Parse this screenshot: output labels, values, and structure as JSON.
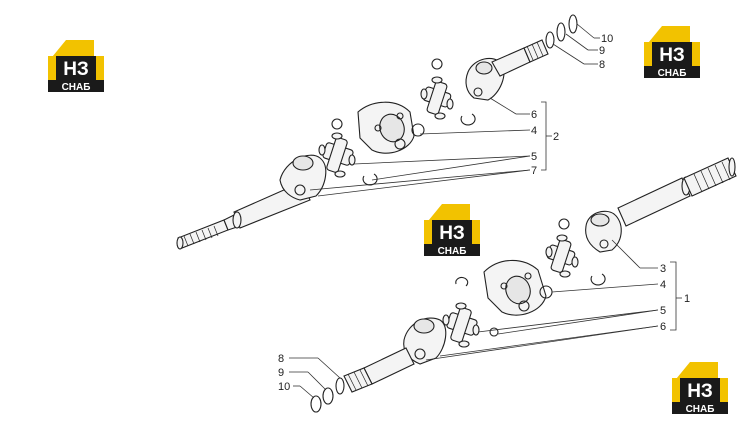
{
  "logo": {
    "letters": "НЗ",
    "sub": "СНАБ",
    "colors": {
      "yellow": "#f2c200",
      "black": "#1a1a1a",
      "white": "#ffffff"
    }
  },
  "callouts_upper": {
    "c10": "10",
    "c9": "9",
    "c8": "8",
    "c6": "6",
    "c4": "4",
    "c2": "2",
    "c5": "5",
    "c7": "7"
  },
  "callouts_lower": {
    "c3": "3",
    "c4": "4",
    "c1": "1",
    "c5": "5",
    "c6": "6",
    "c8": "8",
    "c9": "9",
    "c10": "10"
  }
}
